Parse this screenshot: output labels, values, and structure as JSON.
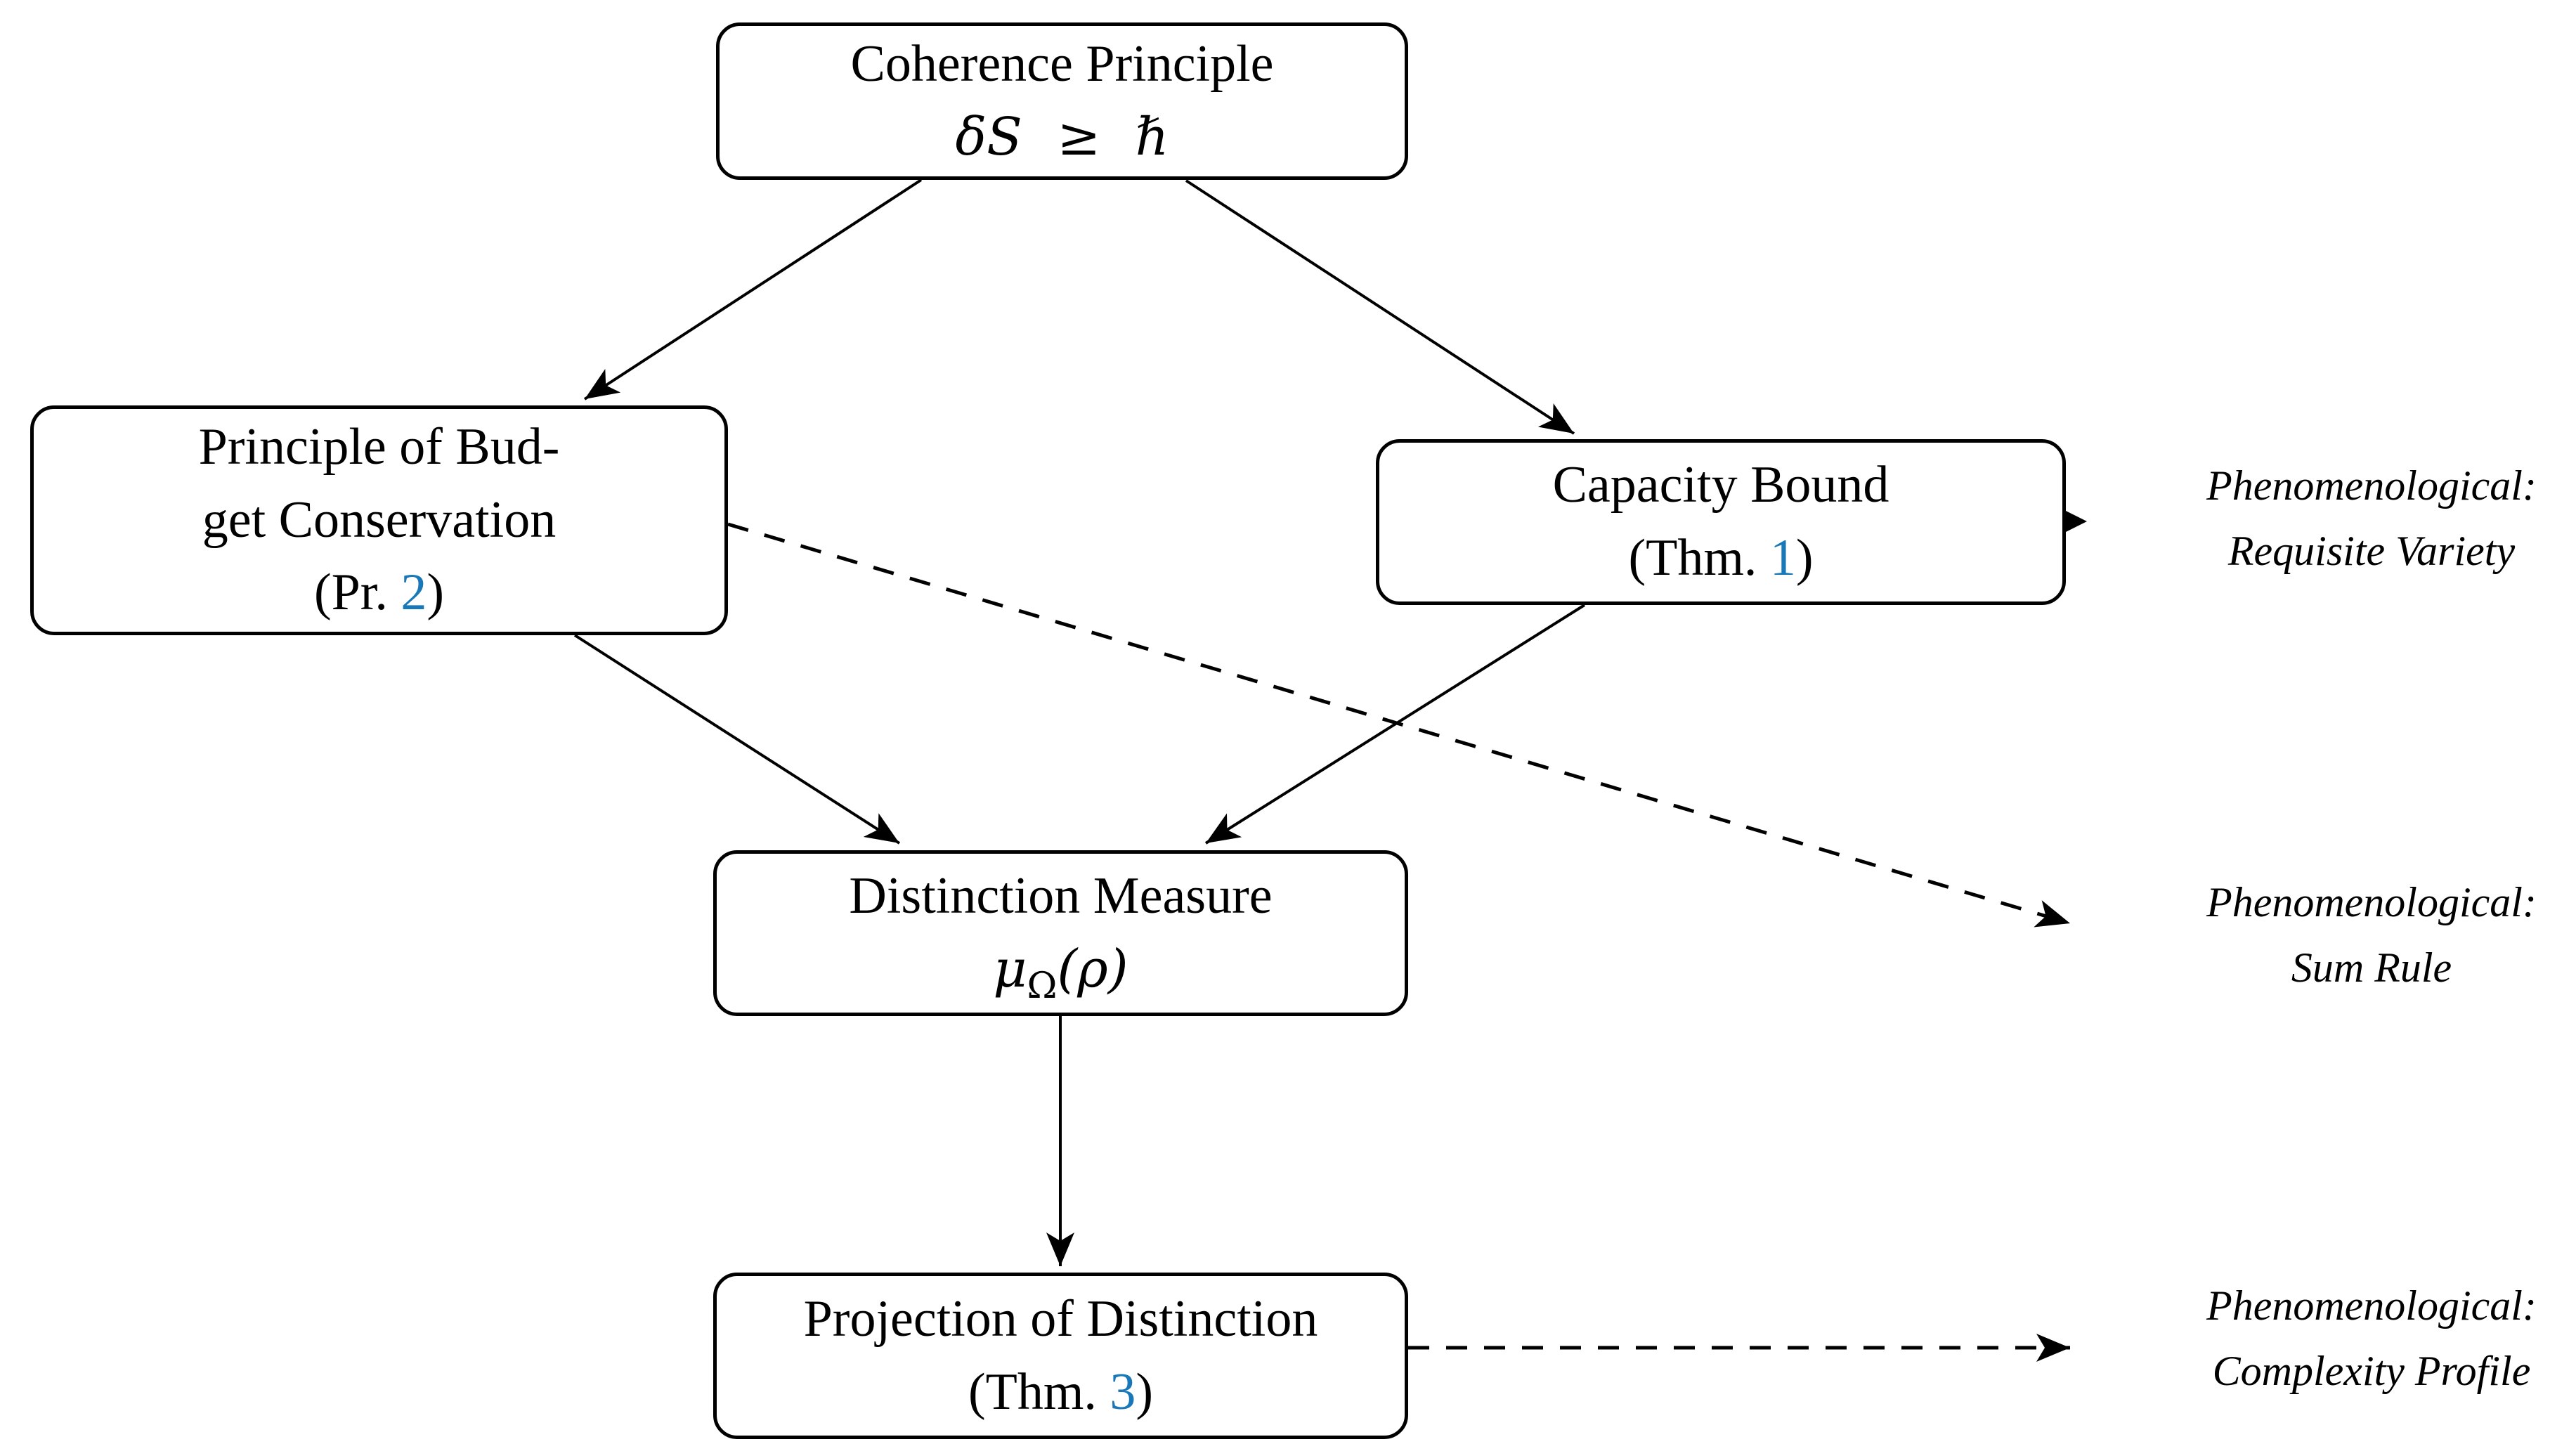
{
  "diagram": {
    "background_color": "#ffffff",
    "line_color": "#000000",
    "link_color": "#1878b8",
    "nodes": {
      "coherence": {
        "title": "Coherence Principle",
        "math": "δS ≥ ℏ"
      },
      "budget": {
        "line1": "Principle of Bud-",
        "line2": "get Conservation",
        "ref_prefix": "(Pr. ",
        "ref_number": "2",
        "ref_suffix": ")"
      },
      "capacity": {
        "title": "Capacity Bound",
        "ref_prefix": "(Thm. ",
        "ref_number": "1",
        "ref_suffix": ")"
      },
      "distinction": {
        "title": "Distinction Measure",
        "math_mu": "μ",
        "math_sub": "Ω",
        "math_rho": "(ρ)"
      },
      "projection": {
        "title": "Projection of Distinction",
        "ref_prefix": "(Thm. ",
        "ref_number": "3",
        "ref_suffix": ")"
      }
    },
    "labels": {
      "requisite": {
        "line1": "Phenomenological:",
        "line2": "Requisite Variety"
      },
      "sum": {
        "line1": "Phenomenological:",
        "line2": "Sum Rule"
      },
      "complexity": {
        "line1": "Phenomenological:",
        "line2": "Complexity Profile"
      }
    }
  }
}
